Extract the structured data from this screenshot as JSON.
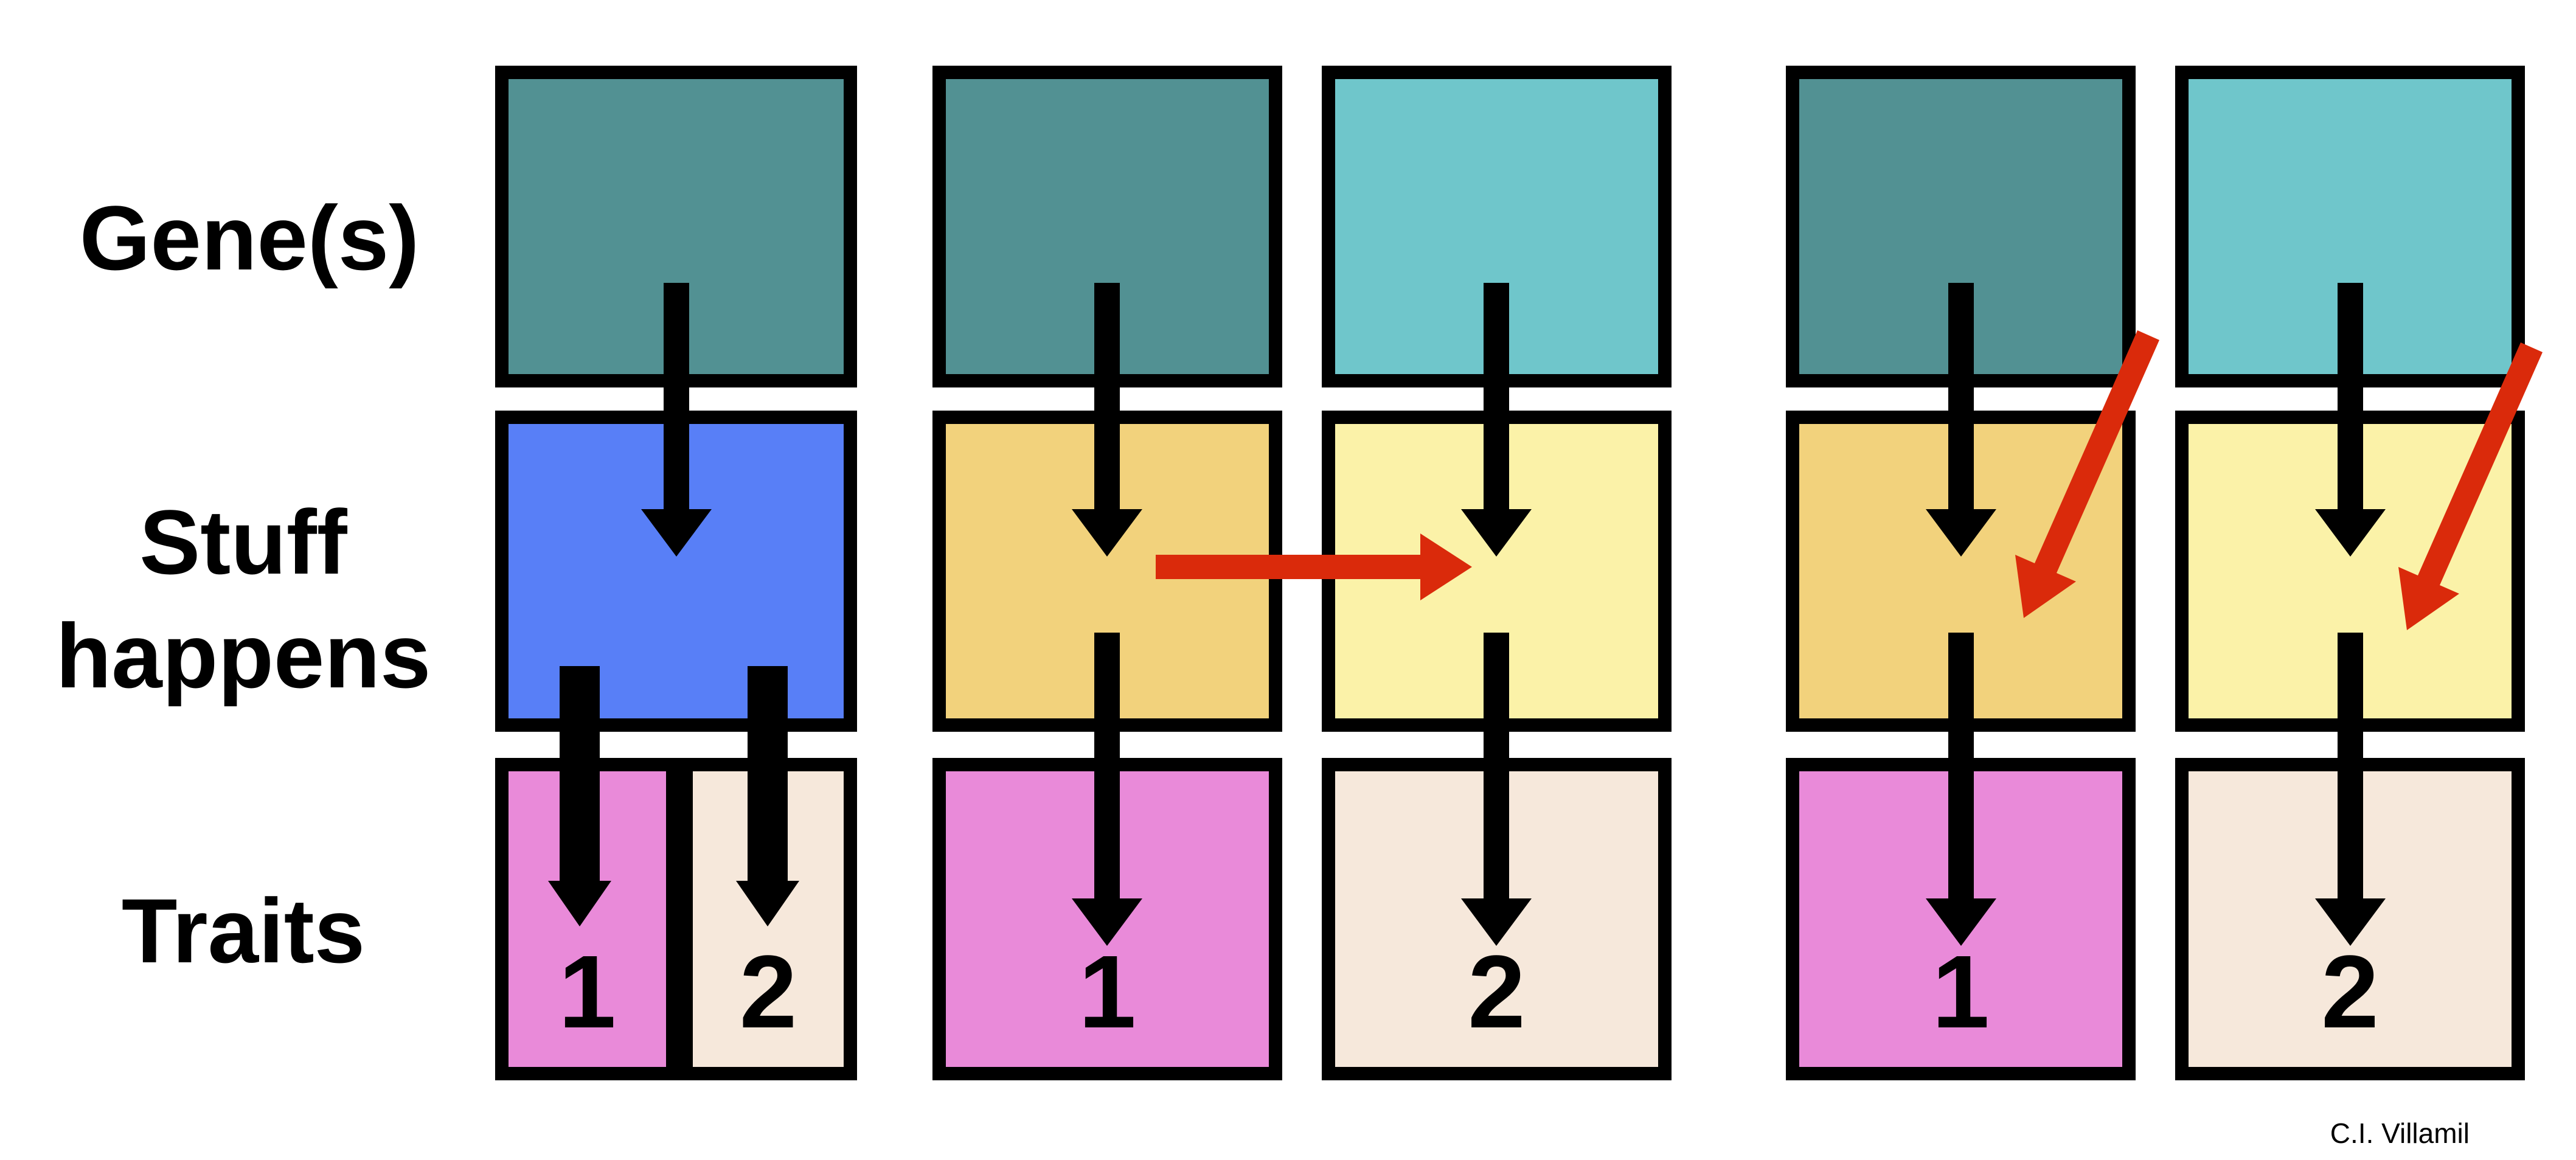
{
  "row_labels": {
    "genes": "Gene(s)",
    "stuff_happens": "Stuff happens",
    "traits": "Traits"
  },
  "credit": "C.I. Villamil",
  "colors": {
    "background": "#FFFFFF",
    "box_border": "#000000",
    "gene_teal": "#529193",
    "gene_cyan": "#6FC6CB",
    "stuff_blue": "#587FF7",
    "stuff_gold": "#F2D27C",
    "stuff_pale_yellow": "#FBF2A8",
    "trait_pink": "#E98AD9",
    "trait_cream": "#F6E8DB",
    "arrow_black": "#000000",
    "arrow_red": "#DA2A0B"
  },
  "groups": [
    {
      "columns": [
        {
          "traits": [
            {
              "number": "1"
            },
            {
              "number": "2"
            }
          ]
        }
      ]
    },
    {
      "columns": [
        {
          "traits": [
            {
              "number": "1"
            }
          ]
        },
        {
          "traits": [
            {
              "number": "2"
            }
          ]
        }
      ]
    },
    {
      "columns": [
        {
          "traits": [
            {
              "number": "1"
            }
          ]
        },
        {
          "traits": [
            {
              "number": "2"
            }
          ]
        }
      ]
    }
  ]
}
